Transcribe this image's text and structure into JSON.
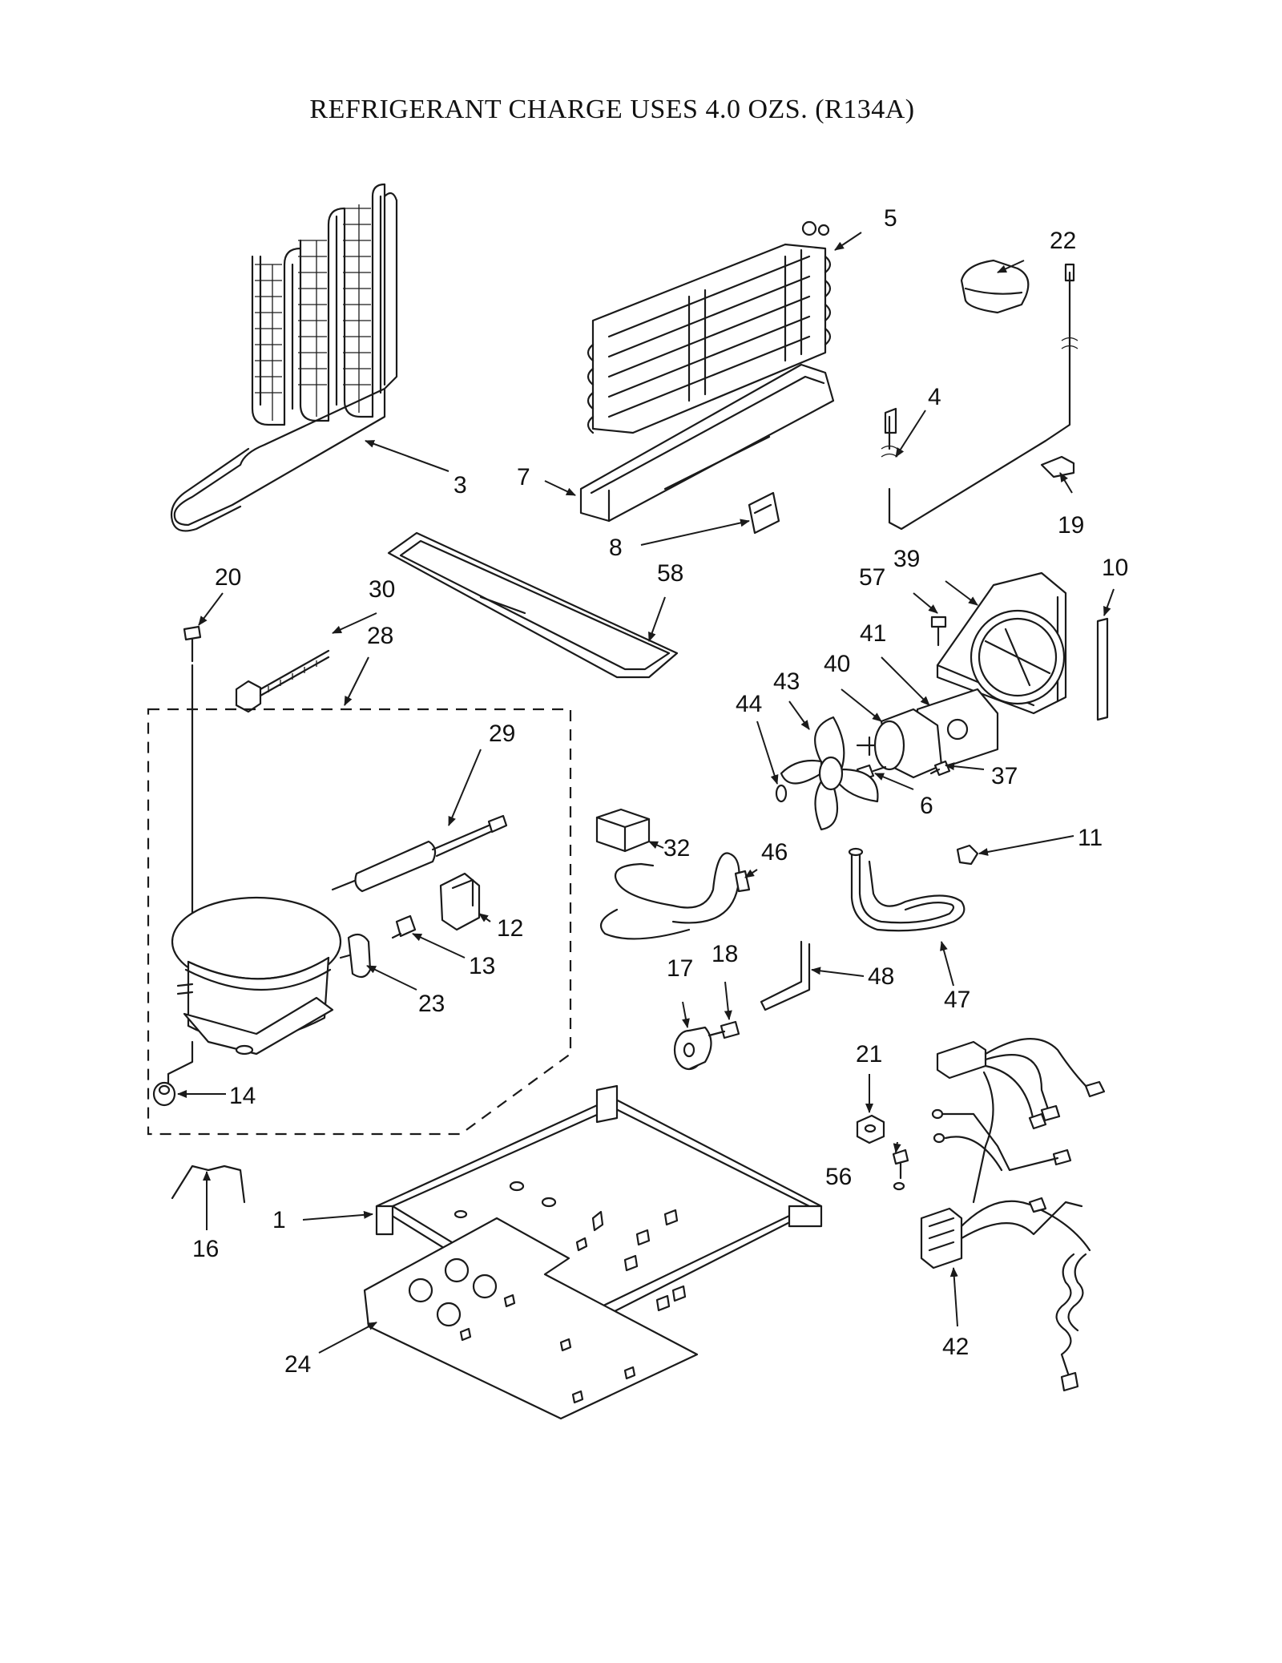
{
  "title": "REFRIGERANT CHARGE USES 4.0 OZS. (R134A)",
  "labels": [
    "1",
    "3",
    "4",
    "5",
    "6",
    "7",
    "8",
    "10",
    "11",
    "12",
    "13",
    "14",
    "16",
    "17",
    "18",
    "19",
    "20",
    "21",
    "22",
    "23",
    "24",
    "28",
    "29",
    "30",
    "32",
    "37",
    "39",
    "40",
    "41",
    "42",
    "43",
    "44",
    "46",
    "47",
    "48",
    "56",
    "57",
    "58"
  ]
}
